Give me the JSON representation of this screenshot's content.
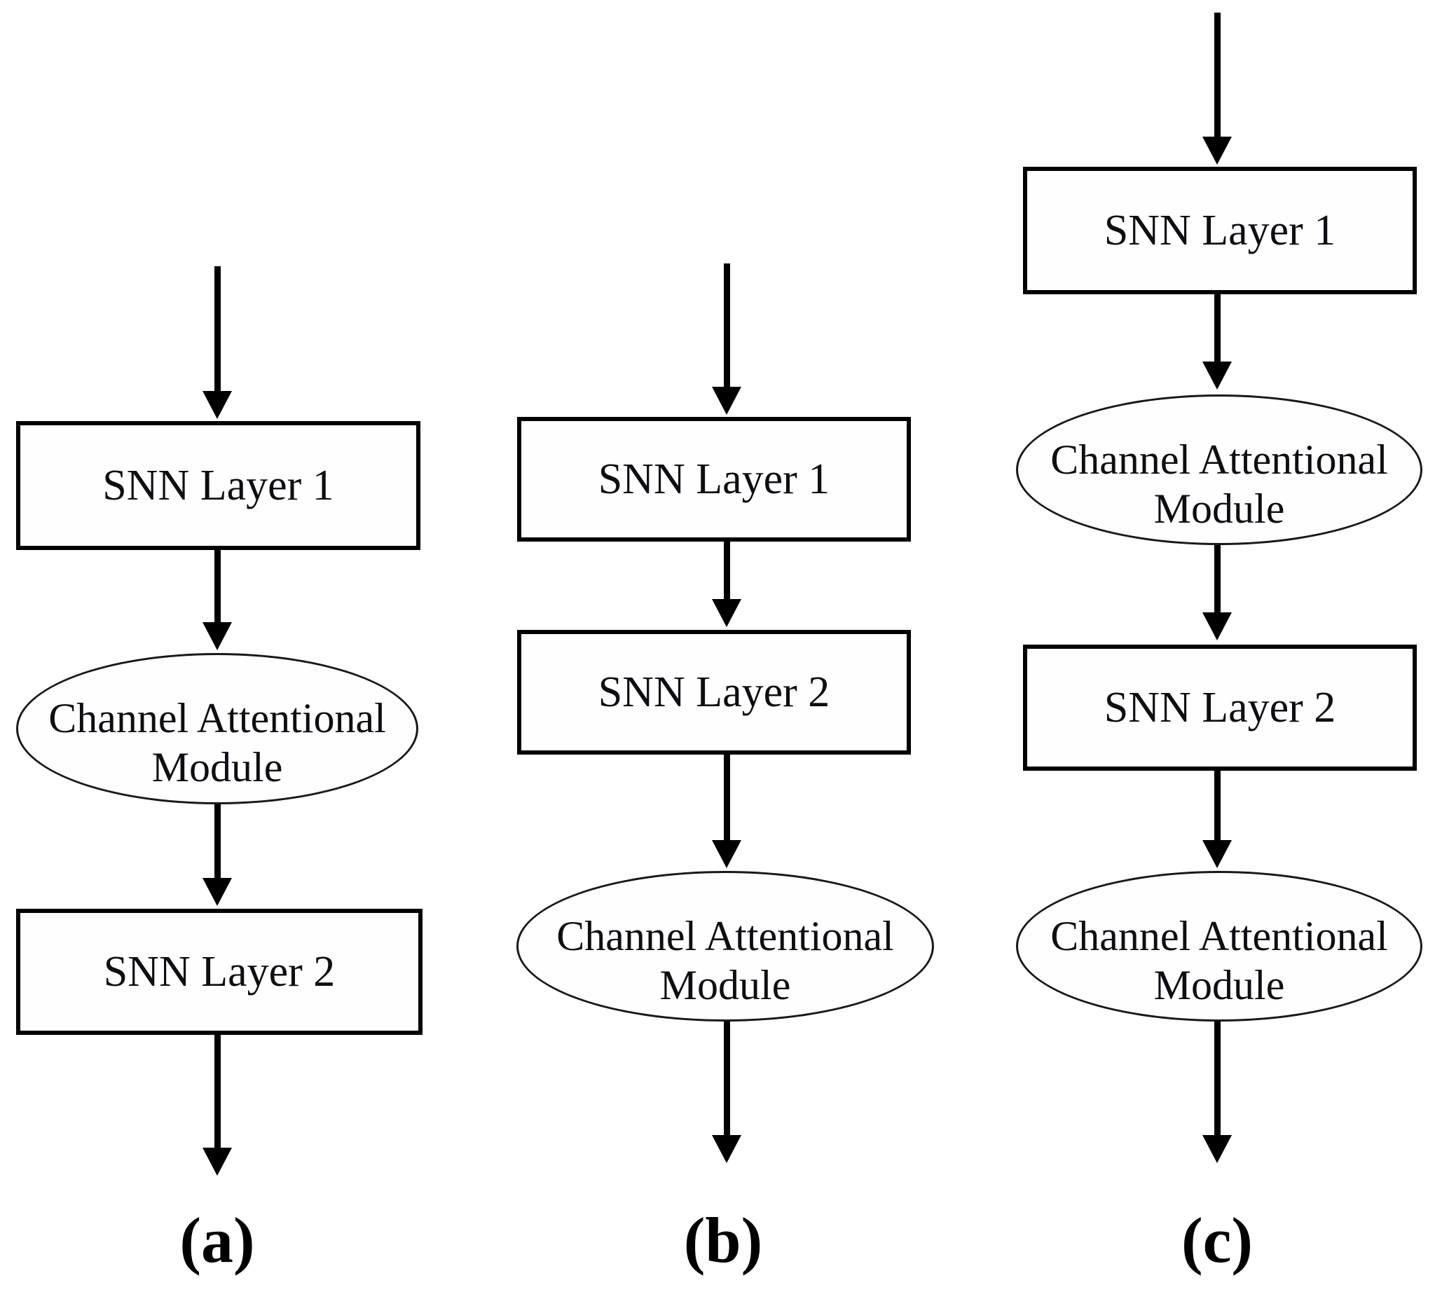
{
  "figure": {
    "columns": [
      {
        "caption": "(a)",
        "nodes": [
          {
            "type": "box",
            "text": "SNN Layer 1"
          },
          {
            "type": "ellipse",
            "text": "Channel Attentional Module",
            "lines": [
              "Channel Attentional",
              "Module"
            ]
          },
          {
            "type": "box",
            "text": "SNN Layer 2"
          }
        ]
      },
      {
        "caption": "(b)",
        "nodes": [
          {
            "type": "box",
            "text": "SNN Layer 1"
          },
          {
            "type": "box",
            "text": "SNN Layer 2"
          },
          {
            "type": "ellipse",
            "text": "Channel Attentional Module",
            "lines": [
              "Channel Attentional",
              "Module"
            ]
          }
        ]
      },
      {
        "caption": "(c)",
        "nodes": [
          {
            "type": "box",
            "text": "SNN Layer 1"
          },
          {
            "type": "ellipse",
            "text": "Channel Attentional Module",
            "lines": [
              "Channel Attentional",
              "Module"
            ]
          },
          {
            "type": "box",
            "text": "SNN Layer 2"
          },
          {
            "type": "ellipse",
            "text": "Channel Attentional Module",
            "lines": [
              "Channel Attentional",
              "Module"
            ]
          }
        ]
      }
    ]
  },
  "colors": {
    "line": "#000000",
    "text": "#0d0d12",
    "background": "#ffffff"
  }
}
